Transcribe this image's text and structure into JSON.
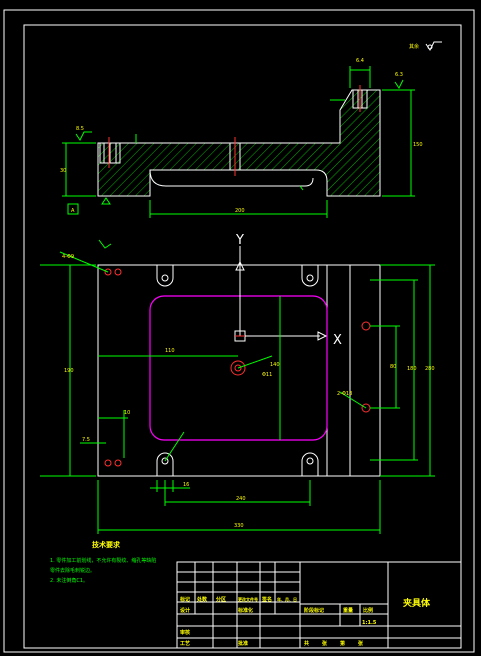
{
  "top_corner_mark": "",
  "surface_finish_symbol": "其余",
  "side_view": {
    "dim_height_left": "30",
    "dim_height_right": "150",
    "dim_length": "200",
    "dim_slot_left": "8.5",
    "dim_slot_right": "6.4",
    "finish_value": "6.3",
    "datum": "A"
  },
  "plan_view": {
    "axis_y": "Y",
    "axis_x": "X",
    "dim_horizontal_1": "110",
    "dim_vertical_right": "180",
    "dim_vertical_outer": "280",
    "dim_center_h": "140",
    "dim_slot_pitch": "80",
    "dim_bottom_inner": "240",
    "dim_bottom_outer": "330",
    "dim_left_height": "190",
    "dim_small_1": "7.5",
    "dim_small_2": "10",
    "dim_small_3": "16",
    "hole_callout_1": "4-Φ9",
    "hole_callout_2": "Φ11",
    "hole_callout_3": "2-Φ13"
  },
  "notes": {
    "title": "技术要求",
    "lines": [
      "1. 零件加工前划线，不允许有裂纹、缩孔等缺陷",
      "   零件去除毛刺锐边。",
      "2. 未注倒角C1。"
    ]
  },
  "title_block": {
    "part_name": "夹具体",
    "scale": "1:1.5",
    "header_cells": [
      "标记",
      "处数",
      "分区",
      "更改文件号",
      "签名",
      "年、月、日"
    ],
    "row_labels": [
      "设计",
      "审核",
      "工艺",
      "批准"
    ],
    "stage_labels": [
      "阶段标记",
      "重量",
      "比例"
    ],
    "sheet_labels": [
      "共",
      "张",
      "第",
      "张"
    ],
    "std_label": "标准化"
  }
}
